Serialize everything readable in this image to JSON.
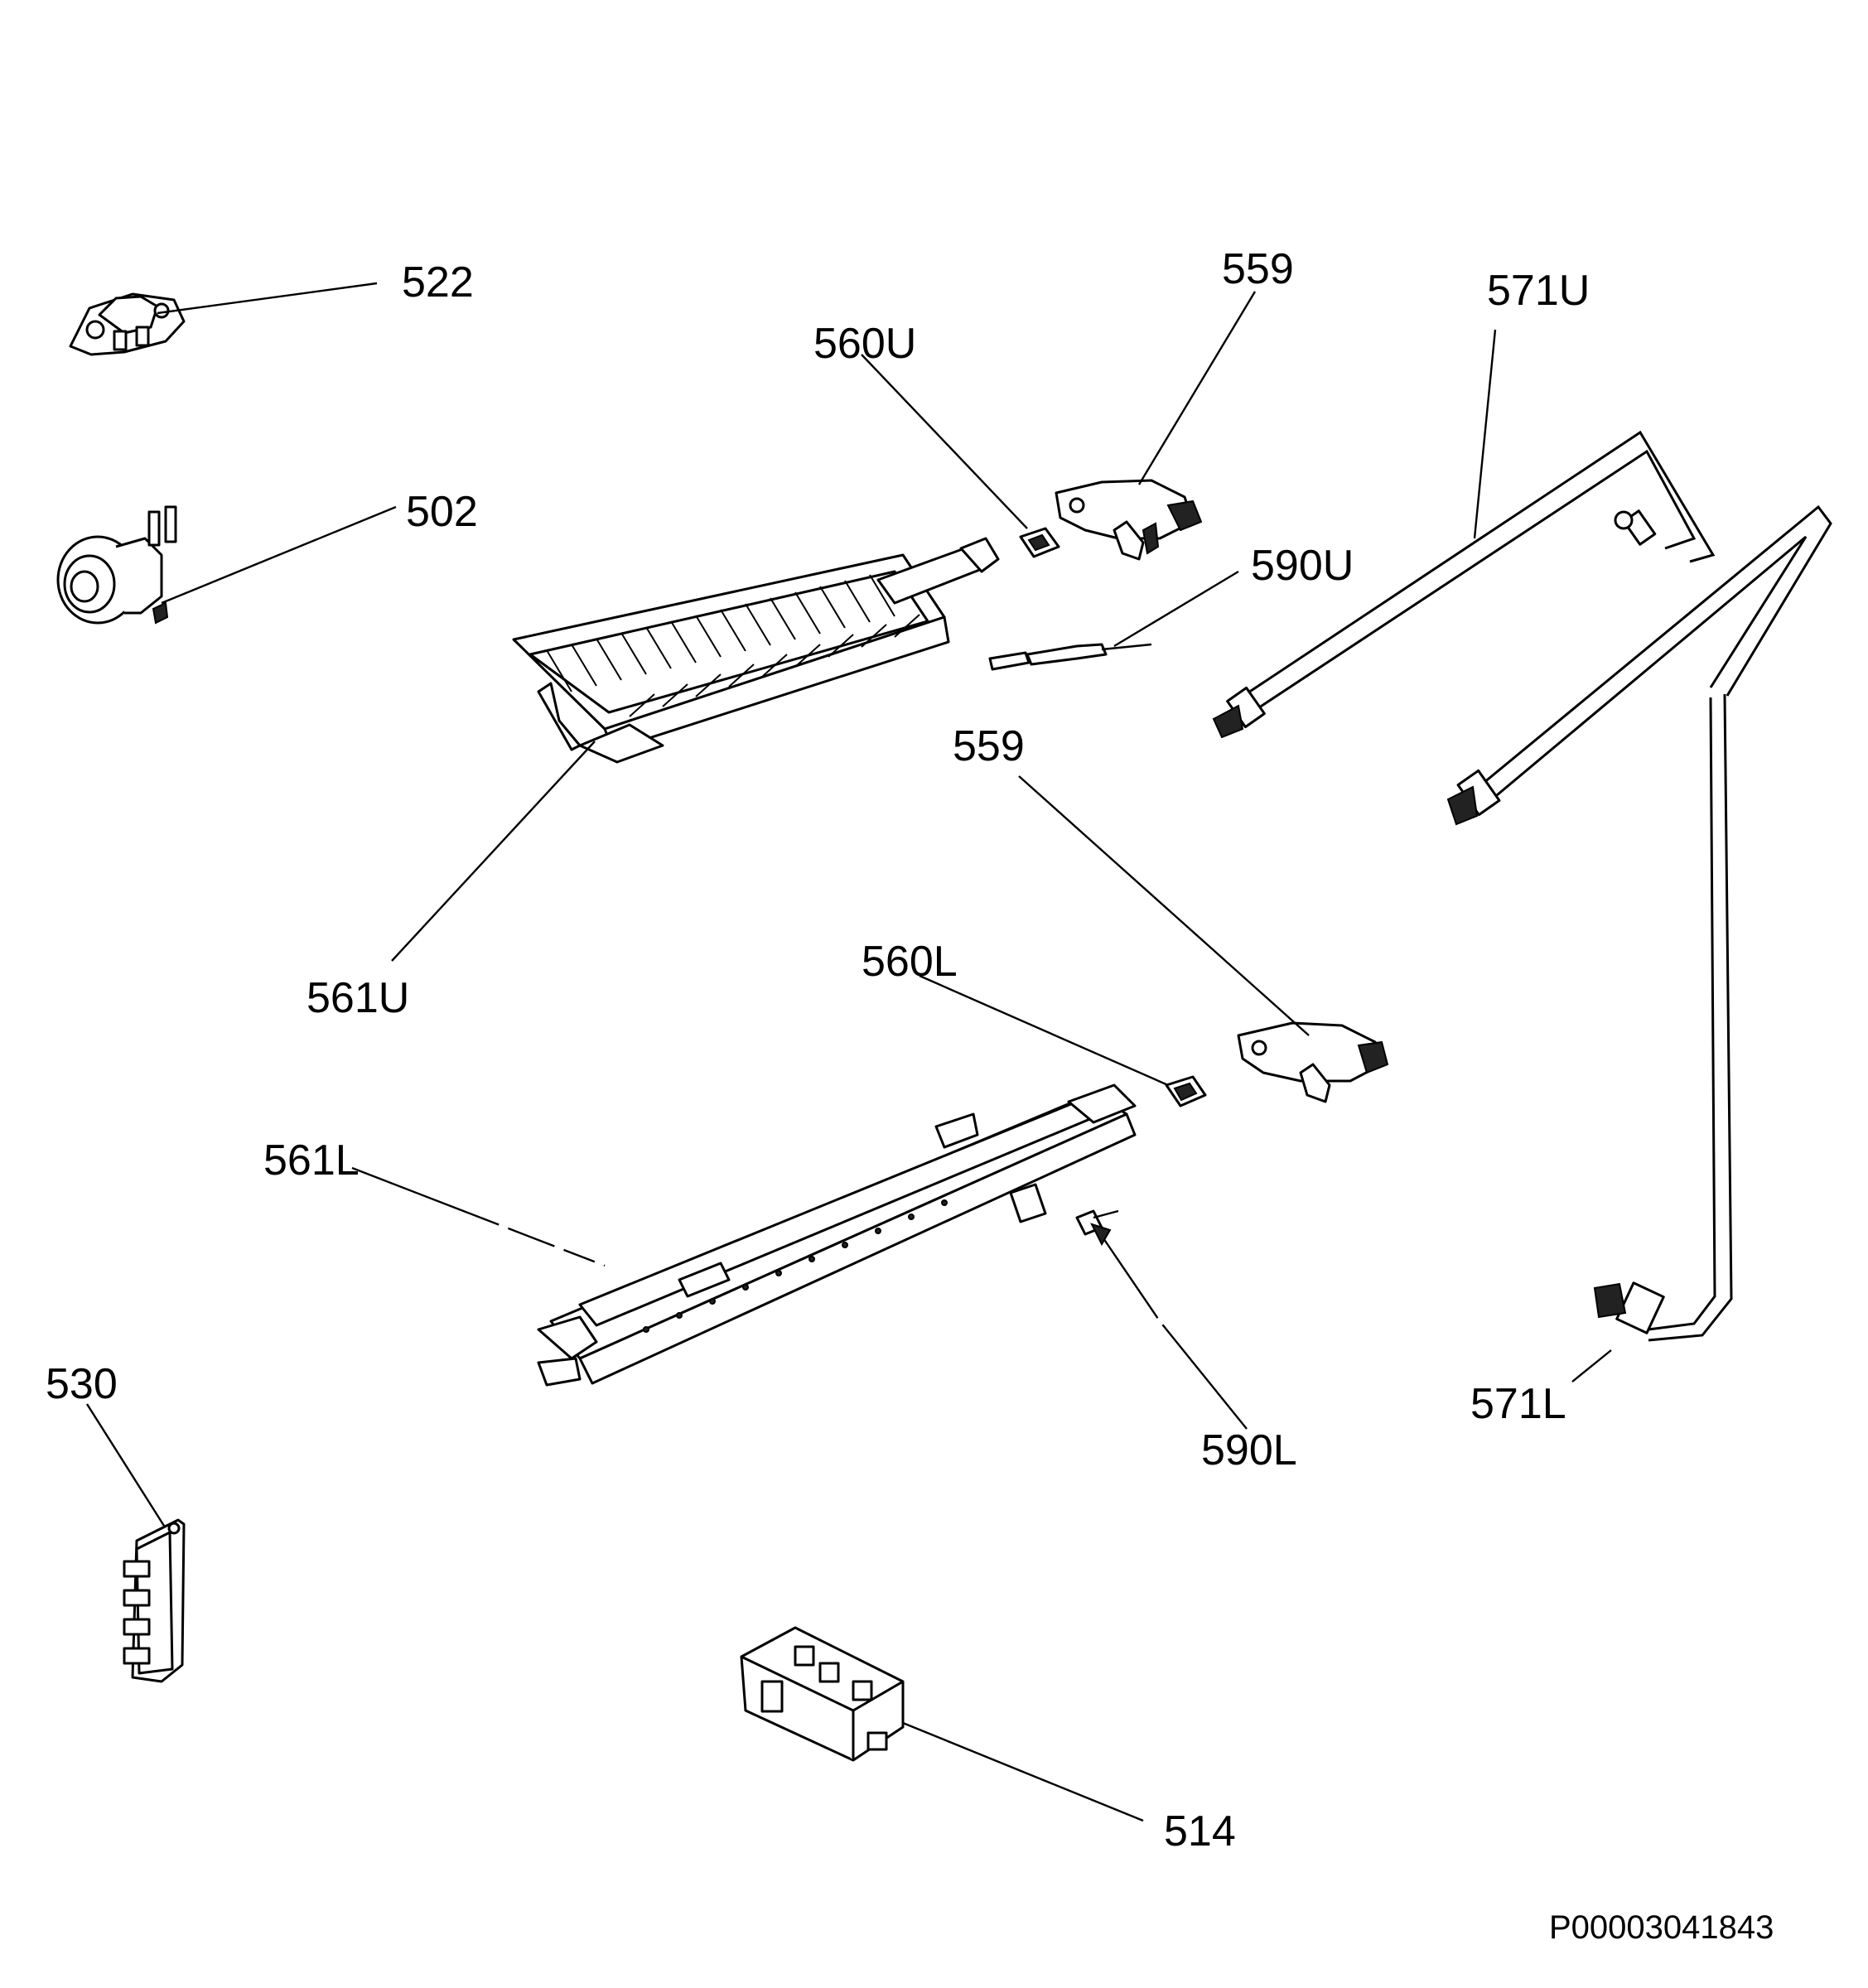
{
  "labels": {
    "p522": "522",
    "p502": "502",
    "p560U": "560U",
    "p559a": "559",
    "p571U": "571U",
    "p590U": "590U",
    "p561U": "561U",
    "p559b": "559",
    "p560L": "560L",
    "p561L": "561L",
    "p590L": "590L",
    "p571L": "571L",
    "p530": "530",
    "p514": "514"
  },
  "drawing_number": "P00003041843"
}
